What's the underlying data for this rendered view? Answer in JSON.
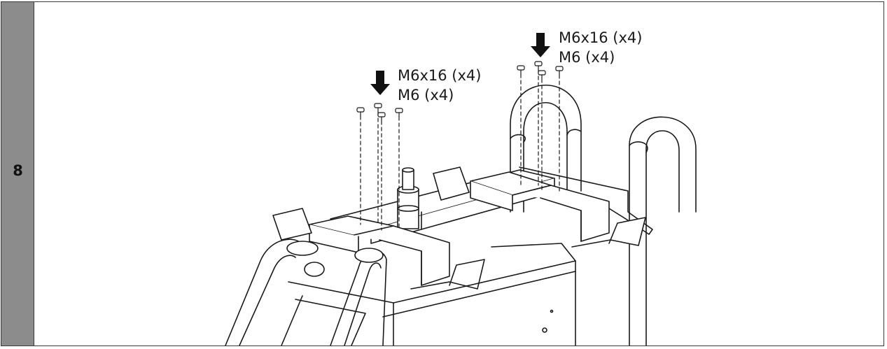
{
  "step": {
    "number": "8"
  },
  "callouts": [
    {
      "bolt": "M6x16 (x4)",
      "washer": "M6 (x4)"
    },
    {
      "bolt": "M6x16 (x4)",
      "washer": "M6 (x4)"
    }
  ],
  "icons": {
    "arrow": "down-arrow-icon",
    "bolt": "bolt-icon"
  }
}
